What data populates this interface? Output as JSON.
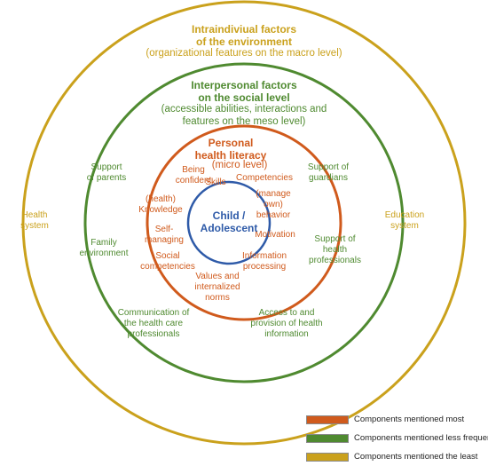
{
  "colors": {
    "micro": "#d05a1c",
    "meso": "#4f8a30",
    "macro": "#caa11c",
    "child": "#2e5aa8"
  },
  "outer": {
    "title": "Intraindiviual factors\nof the environment",
    "subtitle": "(organizational features on the macro level)",
    "left": "Health\nsystem",
    "right": "Education\nsystem"
  },
  "middle": {
    "title": "Interpersonal factors\non the social level",
    "subtitle": "(accessible abilities, interactions and\nfeatures on the meso level)",
    "items": [
      "Support\nof parents",
      "Support of\nguardians",
      "Family\nenvironment",
      "Support of\nhealth\nprofessionals",
      "Communication of\nthe health care\nprofessionals",
      "Access to and\nprovision of health\ninformation"
    ]
  },
  "inner": {
    "title": "Personal\nhealth literacy",
    "subtitle": "(micro level)",
    "items": [
      "Being\nconfident",
      "Skills",
      "Competencies",
      "(health)\nKnowledge",
      "(manage\nown)\nbehavior",
      "Self-\nmanaging",
      "Motivation",
      "Social\ncompetencies",
      "Information\nprocessing",
      "Values and\ninternalized\nnorms"
    ]
  },
  "center": {
    "label": "Child /\nAdolescent"
  },
  "legend": [
    {
      "label": "Components mentioned most",
      "color": "#d05a1c"
    },
    {
      "label": "Components mentioned less frequently",
      "color": "#4f8a30"
    },
    {
      "label": "Components mentioned the least",
      "color": "#caa11c"
    }
  ]
}
